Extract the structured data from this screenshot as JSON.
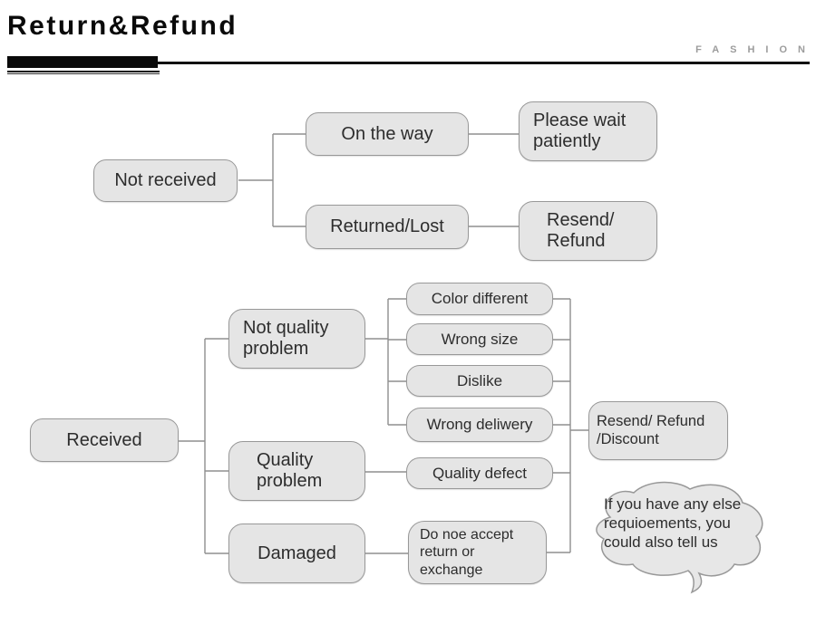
{
  "header": {
    "title": "Return&Refund",
    "brand": "FASHION"
  },
  "colors": {
    "node_fill": "#e5e5e5",
    "node_border": "#989898",
    "connector_line": "#8f8f8f",
    "text": "#2d2d2d",
    "title": "#0a0a0a",
    "brand": "#9c9c9c"
  },
  "flow_not_received": {
    "root": "Not received",
    "on_the_way": "On the way",
    "please_wait": "Please wait\npatiently",
    "returned_lost": "Returned/Lost",
    "resend_refund": "Resend/\nRefund"
  },
  "flow_received": {
    "root": "Received",
    "not_quality_problem": "Not quality\nproblem",
    "quality_problem": "Quality\nproblem",
    "damaged": "Damaged",
    "color_different": "Color different",
    "wrong_size": "Wrong size",
    "dislike": "Dislike",
    "wrong_delivery": "Wrong deliwery",
    "quality_defect": "Quality defect",
    "do_not_accept": "Do noe accept\nreturn or\nexchange",
    "resend_refund_discount": "Resend/ Refund\n/Discount",
    "note_bubble": "If you have any else\nrequioements, you\ncould also tell us"
  }
}
